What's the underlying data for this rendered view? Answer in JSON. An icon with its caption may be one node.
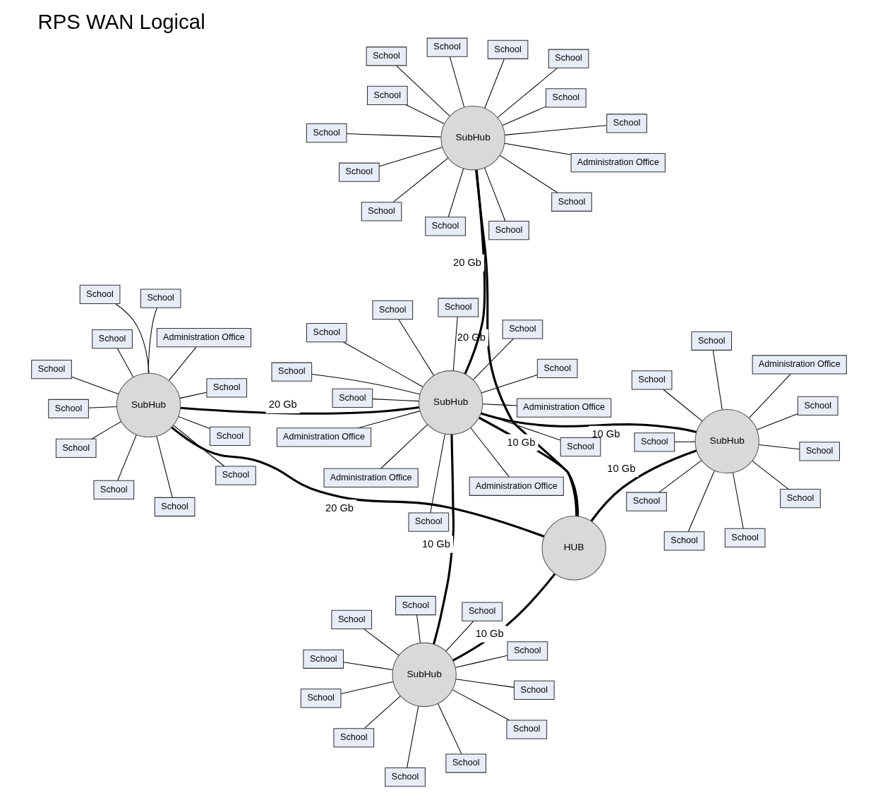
{
  "diagram": {
    "title": "RPS WAN Logical",
    "nodes": [
      {
        "text": [
          "HUB"
        ]
      },
      {
        "text": [
          "SubHub"
        ]
      },
      {
        "text": [
          "School"
        ]
      },
      {
        "text": [
          "School"
        ]
      },
      {
        "text": [
          "School"
        ]
      },
      {
        "text": [
          "School"
        ]
      },
      {
        "text": [
          "School"
        ]
      },
      {
        "text": [
          "School"
        ]
      },
      {
        "text": [
          "School"
        ]
      },
      {
        "text": [
          "School"
        ]
      },
      {
        "text": [
          "School"
        ]
      },
      {
        "text": [
          "School"
        ]
      },
      {
        "text": [
          "School"
        ]
      },
      {
        "text": [
          "SubHub"
        ]
      },
      {
        "text": [
          "School"
        ]
      },
      {
        "text": [
          "School"
        ]
      },
      {
        "text": [
          "Administration Office"
        ]
      },
      {
        "text": [
          "School"
        ]
      },
      {
        "text": [
          "School"
        ]
      },
      {
        "text": [
          "School"
        ]
      },
      {
        "text": [
          "School"
        ]
      },
      {
        "text": [
          "School"
        ]
      },
      {
        "text": [
          "School"
        ]
      },
      {
        "text": [
          "School"
        ]
      },
      {
        "text": [
          "School"
        ]
      },
      {
        "text": [
          "School"
        ]
      },
      {
        "text": [
          "School"
        ]
      },
      {
        "text": [
          "School"
        ]
      },
      {
        "text": [
          "SubHub"
        ]
      },
      {
        "text": [
          "School"
        ]
      },
      {
        "text": [
          "Administration Office"
        ]
      },
      {
        "text": [
          "School"
        ]
      },
      {
        "text": [
          "School"
        ]
      },
      {
        "text": [
          "School"
        ]
      },
      {
        "text": [
          "School"
        ]
      },
      {
        "text": [
          "School"
        ]
      },
      {
        "text": [
          "School"
        ]
      },
      {
        "text": [
          "School"
        ]
      },
      {
        "text": [
          "School"
        ]
      },
      {
        "text": [
          "School"
        ]
      },
      {
        "text": [
          "School"
        ]
      },
      {
        "text": [
          "SubHub"
        ]
      },
      {
        "text": [
          "School"
        ]
      },
      {
        "text": [
          "School"
        ]
      },
      {
        "text": [
          "School"
        ]
      },
      {
        "text": [
          "School"
        ]
      },
      {
        "text": [
          "School"
        ]
      },
      {
        "text": [
          "School"
        ]
      },
      {
        "text": [
          "School"
        ]
      },
      {
        "text": [
          "School"
        ]
      },
      {
        "text": [
          "School"
        ]
      },
      {
        "text": [
          "Administration Office"
        ]
      },
      {
        "text": [
          "SubHub"
        ]
      },
      {
        "text": [
          "School"
        ]
      },
      {
        "text": [
          "School"
        ]
      },
      {
        "text": [
          "Administration Office"
        ]
      },
      {
        "text": [
          "School"
        ]
      },
      {
        "text": [
          "School"
        ]
      },
      {
        "text": [
          "Administration Office"
        ]
      },
      {
        "text": [
          "School"
        ]
      },
      {
        "text": [
          "School"
        ]
      },
      {
        "text": [
          "School"
        ]
      },
      {
        "text": [
          "Administration Office"
        ]
      },
      {
        "text": [
          "School"
        ]
      },
      {
        "text": [
          "School"
        ]
      },
      {
        "text": [
          "Administration Office"
        ]
      }
    ],
    "edges": [
      {
        "from": 0,
        "to": 1,
        "arrow": "none",
        "label": "10 Gb",
        "style": "thick"
      },
      {
        "from": 0,
        "to": 13,
        "arrow": "none",
        "label": "20 Gb",
        "style": "thick"
      },
      {
        "from": 0,
        "to": 52,
        "arrow": "none",
        "label": "10 Gb",
        "style": "thick"
      },
      {
        "from": 0,
        "to": 28,
        "arrow": "none",
        "label": "20 Gb",
        "style": "thick"
      },
      {
        "from": 0,
        "to": 41,
        "arrow": "none",
        "label": "10 Gb",
        "style": "thick"
      },
      {
        "from": 1,
        "to": 52,
        "arrow": "none",
        "label": "10 Gb",
        "style": "thick"
      },
      {
        "from": 13,
        "to": 52,
        "arrow": "none",
        "label": "20 Gb",
        "style": "thick"
      },
      {
        "from": 28,
        "to": 52,
        "arrow": "none",
        "label": "20 Gb",
        "style": "thick"
      },
      {
        "from": 41,
        "to": 52,
        "arrow": "none",
        "label": "10 Gb",
        "style": "thick"
      },
      {
        "from": 1,
        "to": 2,
        "arrow": "none"
      },
      {
        "from": 1,
        "to": 3,
        "arrow": "none"
      },
      {
        "from": 1,
        "to": 4,
        "arrow": "none"
      },
      {
        "from": 1,
        "to": 5,
        "arrow": "none"
      },
      {
        "from": 1,
        "to": 6,
        "arrow": "none"
      },
      {
        "from": 1,
        "to": 7,
        "arrow": "none"
      },
      {
        "from": 1,
        "to": 8,
        "arrow": "none"
      },
      {
        "from": 1,
        "to": 9,
        "arrow": "none"
      },
      {
        "from": 1,
        "to": 10,
        "arrow": "none"
      },
      {
        "from": 1,
        "to": 11,
        "arrow": "none"
      },
      {
        "from": 1,
        "to": 12,
        "arrow": "none"
      },
      {
        "from": 13,
        "to": 14,
        "arrow": "none"
      },
      {
        "from": 13,
        "to": 15,
        "arrow": "none"
      },
      {
        "from": 13,
        "to": 16,
        "arrow": "none"
      },
      {
        "from": 13,
        "to": 17,
        "arrow": "none"
      },
      {
        "from": 13,
        "to": 18,
        "arrow": "none"
      },
      {
        "from": 13,
        "to": 19,
        "arrow": "none"
      },
      {
        "from": 13,
        "to": 20,
        "arrow": "none"
      },
      {
        "from": 13,
        "to": 21,
        "arrow": "none"
      },
      {
        "from": 13,
        "to": 22,
        "arrow": "none"
      },
      {
        "from": 13,
        "to": 23,
        "arrow": "none"
      },
      {
        "from": 13,
        "to": 24,
        "arrow": "none"
      },
      {
        "from": 13,
        "to": 25,
        "arrow": "none"
      },
      {
        "from": 13,
        "to": 26,
        "arrow": "none"
      },
      {
        "from": 13,
        "to": 27,
        "arrow": "none"
      },
      {
        "from": 28,
        "to": 29,
        "arrow": "none"
      },
      {
        "from": 28,
        "to": 30,
        "arrow": "none"
      },
      {
        "from": 28,
        "to": 31,
        "arrow": "none"
      },
      {
        "from": 28,
        "to": 32,
        "arrow": "none"
      },
      {
        "from": 28,
        "to": 33,
        "arrow": "none"
      },
      {
        "from": 28,
        "to": 34,
        "arrow": "none"
      },
      {
        "from": 28,
        "to": 35,
        "arrow": "none"
      },
      {
        "from": 28,
        "to": 36,
        "arrow": "none"
      },
      {
        "from": 28,
        "to": 37,
        "arrow": "none"
      },
      {
        "from": 28,
        "to": 38,
        "arrow": "none"
      },
      {
        "from": 28,
        "to": 39,
        "arrow": "none"
      },
      {
        "from": 28,
        "to": 40,
        "arrow": "none"
      },
      {
        "from": 41,
        "to": 42,
        "arrow": "none"
      },
      {
        "from": 41,
        "to": 43,
        "arrow": "none"
      },
      {
        "from": 41,
        "to": 44,
        "arrow": "none"
      },
      {
        "from": 41,
        "to": 45,
        "arrow": "none"
      },
      {
        "from": 41,
        "to": 46,
        "arrow": "none"
      },
      {
        "from": 41,
        "to": 47,
        "arrow": "none"
      },
      {
        "from": 41,
        "to": 48,
        "arrow": "none"
      },
      {
        "from": 41,
        "to": 49,
        "arrow": "none"
      },
      {
        "from": 41,
        "to": 50,
        "arrow": "none"
      },
      {
        "from": 41,
        "to": 51,
        "arrow": "none"
      },
      {
        "from": 52,
        "to": 53,
        "arrow": "none"
      },
      {
        "from": 52,
        "to": 54,
        "arrow": "none"
      },
      {
        "from": 52,
        "to": 55,
        "arrow": "none"
      },
      {
        "from": 52,
        "to": 56,
        "arrow": "none"
      },
      {
        "from": 52,
        "to": 57,
        "arrow": "none"
      },
      {
        "from": 52,
        "to": 58,
        "arrow": "none"
      },
      {
        "from": 52,
        "to": 59,
        "arrow": "none"
      },
      {
        "from": 52,
        "to": 60,
        "arrow": "none"
      },
      {
        "from": 52,
        "to": 61,
        "arrow": "none"
      },
      {
        "from": 52,
        "to": 62,
        "arrow": "none"
      },
      {
        "from": 52,
        "to": 63,
        "arrow": "none"
      },
      {
        "from": 52,
        "to": 64,
        "arrow": "none"
      },
      {
        "from": 52,
        "to": 65,
        "arrow": "none"
      }
    ]
  }
}
